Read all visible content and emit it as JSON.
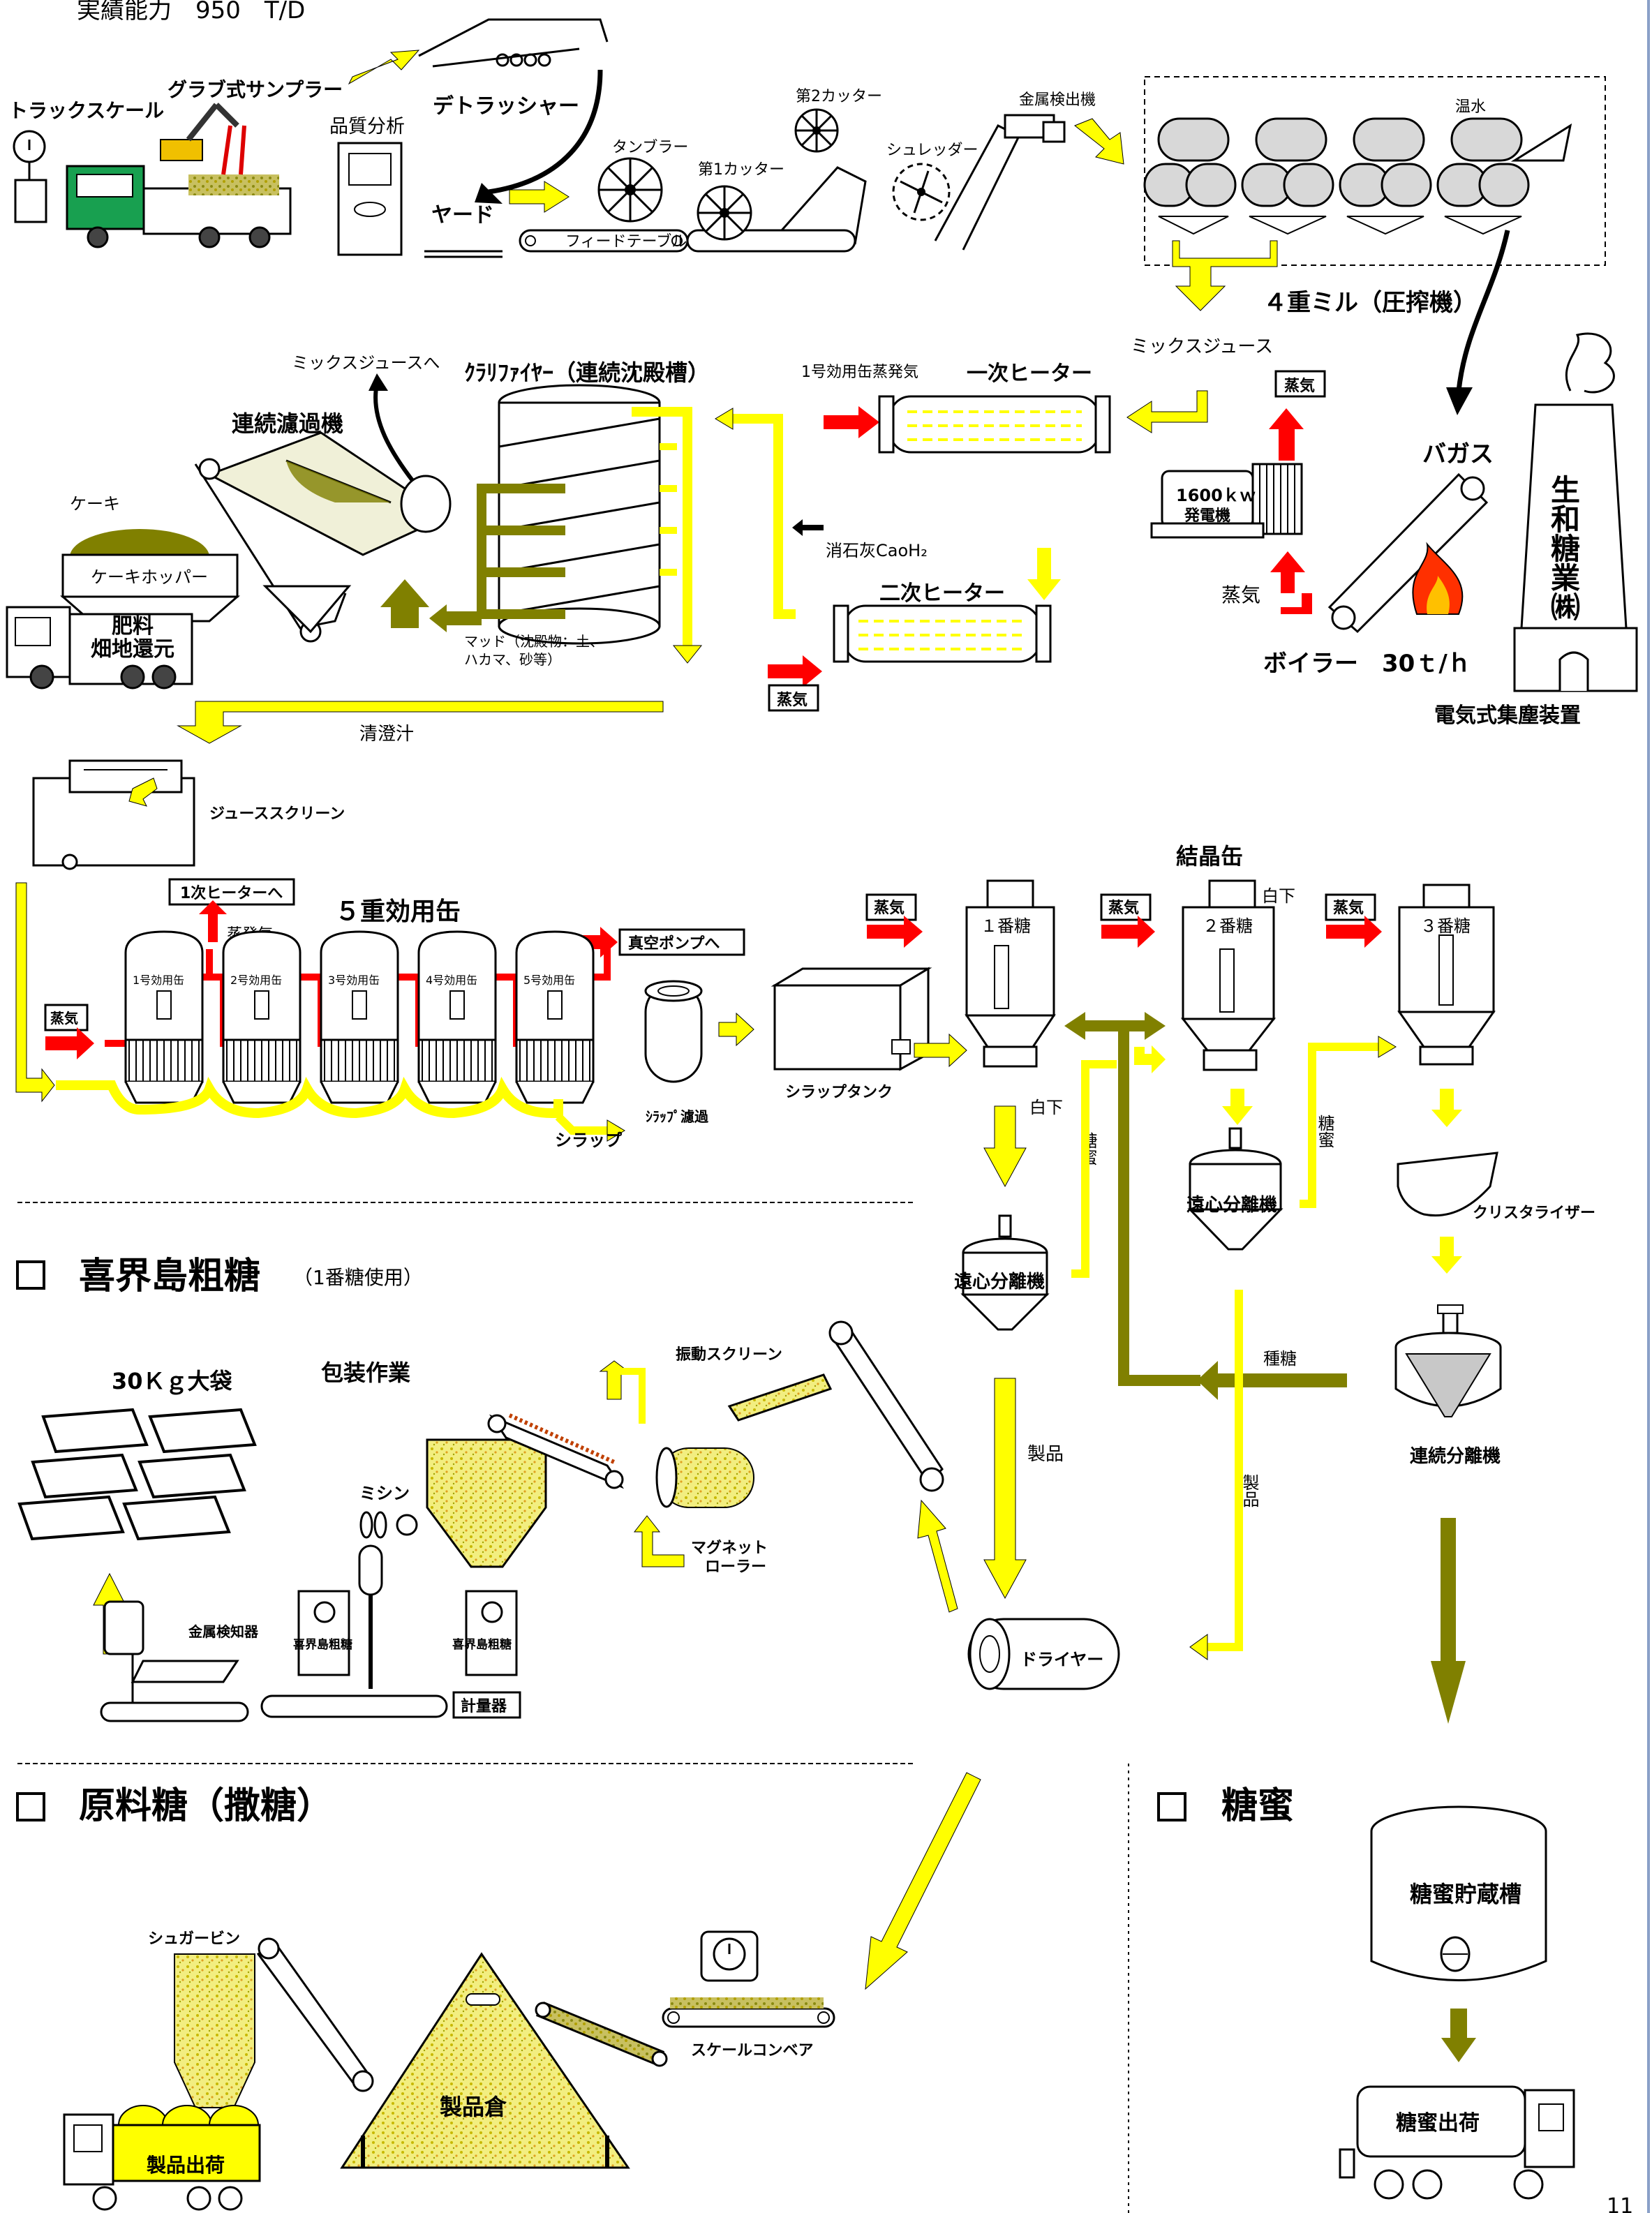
{
  "capacity": "実績能力　950　T/D",
  "page_number": "11",
  "colors": {
    "flow_yellow": "#ffff00",
    "steam_red": "#ff0000",
    "olive": "#808000",
    "truck_green": "#18a050",
    "sugar_dot": "#d8d020"
  },
  "receiving": {
    "truck_scale": "トラックスケール",
    "grab_sampler": "グラブ式サンプラー",
    "quality_analysis": "品質分析",
    "detrasher": "デトラッシャー",
    "yard": "ヤード",
    "feed_table": "フィードテーブル",
    "tumbler": "タンブラー",
    "cutter1": "第1カッター",
    "cutter2": "第2カッター",
    "shredder": "シュレッダー",
    "metal_detector": "金属検出機",
    "warm_water": "温水",
    "mill": "４重ミル（圧搾機）",
    "mixed_juice": "ミックスジュース"
  },
  "clarification": {
    "to_mixed_juice": "ミックスジュースへ",
    "clarifier": "ｸﾗﾘﾌｧｲﾔｰ（連続沈殿槽）",
    "rotary_filter": "連続濾過機",
    "cake": "ケーキ",
    "cake_hopper": "ケーキホッパー",
    "fertilizer_line1": "肥料",
    "fertilizer_line2": "畑地還元",
    "mud_line1": "マッド（沈殿物：土、",
    "mud_line2": "ハカマ、砂等）",
    "lime": "消石灰CaoH₂",
    "evap_vapor": "1号効用缶蒸発気",
    "heater1": "一次ヒーター",
    "heater2": "二次ヒーター",
    "steam": "蒸気",
    "clear_juice": "清澄汁",
    "juice_screen": "ジューススクリーン"
  },
  "power": {
    "steam_box": "蒸気",
    "generator_line1": "1600ｋｗ",
    "generator_line2": "発電機",
    "bagasse": "バガス",
    "steam_label": "蒸気",
    "boiler": "ボイラー　30ｔ/ｈ",
    "company": "生和糖業㈱",
    "precipitator": "電気式集塵装置"
  },
  "evaporation": {
    "to_heater1": "1次ヒーターへ",
    "vapor": "蒸発気",
    "title": "５重効用缶",
    "to_vacuum_pump": "真空ポンプへ",
    "effects": [
      "1号効用缶",
      "2号効用缶",
      "3号効用缶",
      "4号効用缶",
      "5号効用缶"
    ],
    "syrup": "シラップ",
    "syrup_filter": "ｼﾗｯﾌﾟ濾過",
    "syrup_tank": "シラップタンク"
  },
  "crystallization": {
    "title": "結晶缶",
    "pan1": "１番糖",
    "pan2": "２番糖",
    "pan3": "３番糖",
    "steam1": "蒸気",
    "steam2": "蒸気",
    "steam3": "蒸気",
    "massecuite_top": "白下",
    "massecuite_left": "白下",
    "molasses_a": "糖蜜",
    "molasses_b": "糖蜜",
    "centrifuge1": "遠心分離機",
    "centrifuge2": "遠心分離機",
    "crystallizer": "クリスタライザー",
    "seed_sugar": "種糖",
    "product_a": "製品",
    "product_b": "製品",
    "continuous_centrifuge": "連続分離機",
    "dryer": "ドライヤー"
  },
  "kikai_sugar": {
    "heading": "喜界島粗糖",
    "note": "（1番糖使用）",
    "big_bag": "30Ｋｇ大袋",
    "packing": "包装作業",
    "sewing": "ミシン",
    "bag_label1": "喜界島粗糖",
    "bag_label2": "喜界島粗糖",
    "metal_detector": "金属検知器",
    "scale": "計量器",
    "vibrating_screen": "振動スクリーン",
    "magnet_line1": "マグネット",
    "magnet_line2": "ローラー"
  },
  "raw_sugar": {
    "heading": "原料糖（撒糖）",
    "sugar_bin": "シュガービン",
    "warehouse": "製品倉",
    "scale_conveyor": "スケールコンベア",
    "shipment": "製品出荷"
  },
  "molasses": {
    "heading": "糖蜜",
    "storage_tank": "糖蜜貯蔵槽",
    "shipment": "糖蜜出荷"
  }
}
